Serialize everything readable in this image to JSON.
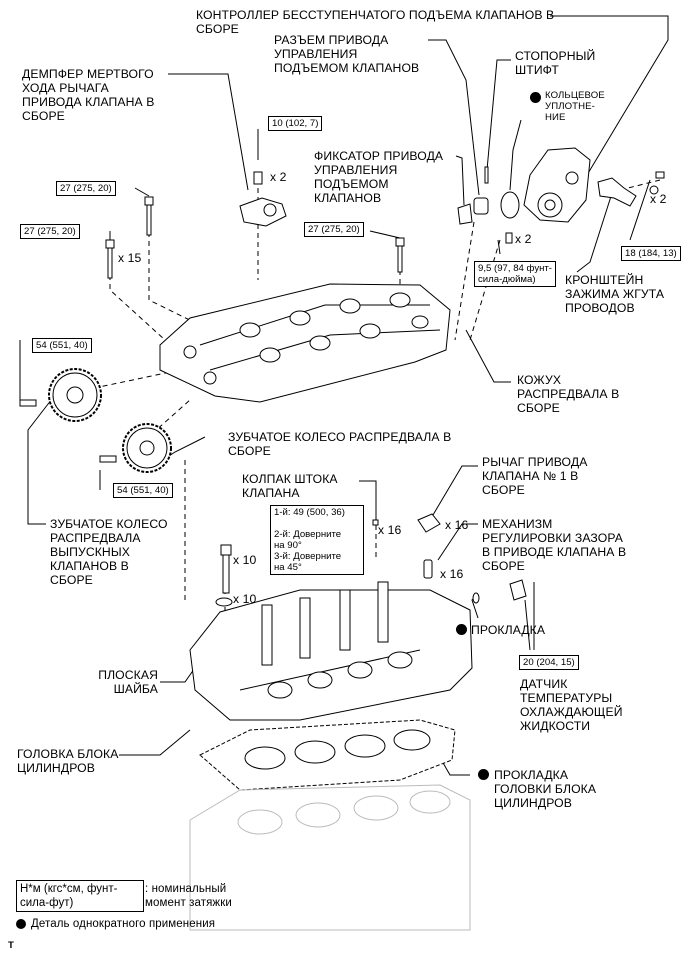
{
  "labels": {
    "vvl_controller": "КОНТРОЛЛЕР БЕССТУПЕНЧАТОГО ПОДЪЕМА КЛАПАНОВ В\nСБОРЕ",
    "vvl_connector": "РАЗЪЕМ ПРИВОДА\nУПРАВЛЕНИЯ\nПОДЪЕМОМ КЛАПАНОВ",
    "stop_pin": "СТОПОРНЫЙ\nШТИФТ",
    "o_ring": "КОЛЬЦЕВОЕ\nУПЛОТНЕ-\nНИЕ",
    "damper": "ДЕМПФЕР МЕРТВОГО\nХОДА РЫЧАГА\nПРИВОДА КЛАПАНА В\nСБОРЕ",
    "retainer": "ФИКСАТОР ПРИВОДА\nУПРАВЛЕНИЯ\nПОДЪЕМОМ\nКЛАПАНОВ",
    "harness_bracket": "КРОНШТЕЙН\nЗАЖИМА ЖГУТА\nПРОВОДОВ",
    "camshaft_housing": "КОЖУХ\nРАСПРЕДВАЛА В\nСБОРЕ",
    "camshaft_gear": "ЗУБЧАТОЕ КОЛЕСО РАСПРЕДВАЛА В\nСБОРЕ",
    "exhaust_gear": "ЗУБЧАТОЕ КОЛЕСО\nРАСПРЕДВАЛА\nВЫПУСКНЫХ\nКЛАПАНОВ В\nСБОРЕ",
    "stem_cap": "КОЛПАК ШТОКА\nКЛАПАНА",
    "rocker_arm": "РЫЧАГ ПРИВОДА\nКЛАПАНА № 1 В\nСБОРЕ",
    "lash_adjuster": "МЕХАНИЗМ\nРЕГУЛИРОВКИ ЗАЗОРА\nВ ПРИВОДЕ КЛАПАНА В\nСБОРЕ",
    "gasket": "ПРОКЛАДКА",
    "washer": "ПЛОСКАЯ\nШАЙБА",
    "coolant_sensor": "ДАТЧИК\nТЕМПЕРАТУРЫ\nОХЛАЖДАЮЩЕЙ\nЖИДКОСТИ",
    "cylinder_head": "ГОЛОВКА БЛОКА\nЦИЛИНДРОВ",
    "head_gasket": "ПРОКЛАДКА\nГОЛОВКИ БЛОКА\nЦИЛИНДРОВ"
  },
  "torques": {
    "t10": "10 (102, 7)",
    "t27a": "27 (275, 20)",
    "t27b": "27 (275, 20)",
    "t27c": "27 (275, 20)",
    "t18": "18 (184, 13)",
    "t95": "9,5 (97, 84 фунт-\nсила-дюйма)",
    "t54a": "54 (551, 40)",
    "t54b": "54 (551, 40)",
    "t_head": "1-й: 49 (500, 36)\n\n2-й: Доверните\nна 90°\n3-й: Доверните\nна 45°",
    "t20": "20 (204, 15)"
  },
  "counts": {
    "x2_damper": "x 2",
    "x15": "x 15",
    "x2_bracket": "x 2",
    "x2_pin": "x 2",
    "x16_cap": "x 16",
    "x16_rocker": "x 16",
    "x16_lash": "x 16",
    "x10_bolt": "x 10",
    "x10_washer": "x 10"
  },
  "legend": {
    "unit_box": "Н*м (кгс*см, фунт-\nсила-фут)",
    "unit_desc": ": номинальный\nмомент затяжки",
    "single_use": "Деталь однократного применения"
  },
  "corner_mark": "T"
}
